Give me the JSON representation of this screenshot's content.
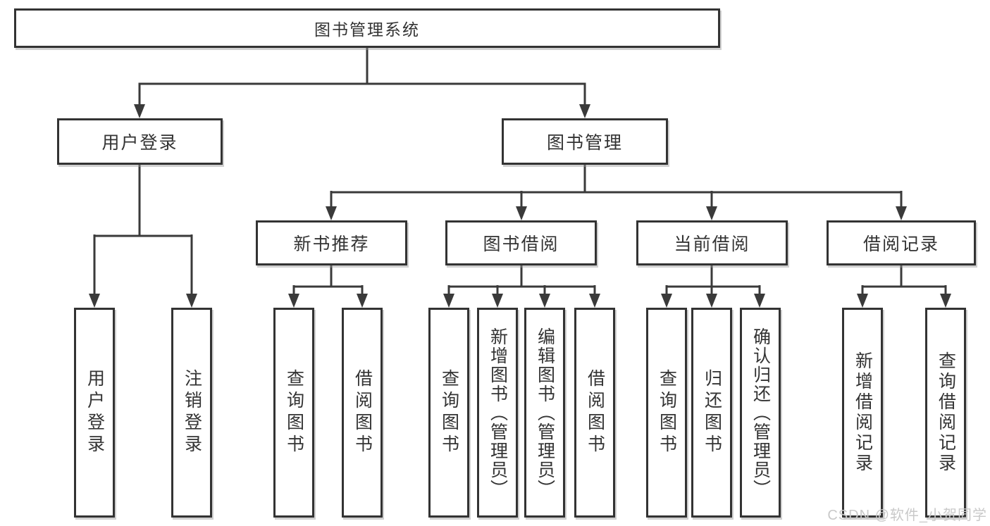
{
  "diagram": {
    "title": "图书管理系统",
    "branches": {
      "user_login": "用户登录",
      "book_mgmt": "图书管理"
    },
    "modules": {
      "new_book_rec": "新书推荐",
      "book_borrow": "图书借阅",
      "current_borrow": "当前借阅",
      "borrow_record": "借阅记录"
    },
    "functions": {
      "user_login": "用户登录",
      "logout": "注销登录",
      "rec_query_books": "查询图书",
      "rec_borrow_books": "借阅图书",
      "bor_query_books": "查询图书",
      "bor_add_books": "新增图书（管理员）",
      "bor_edit_books": "编辑图书（管理员）",
      "bor_borrow_books": "借阅图书",
      "cur_query_books": "查询图书",
      "cur_return_books": "归还图书",
      "cur_confirm_return": "确认归还（管理员）",
      "rec_add_record": "新增借阅记录",
      "rec_query_record": "查询借阅记录"
    }
  },
  "watermark": "CSDN @软件_小贺同学",
  "colors": {
    "line": "#3a3a3a",
    "border": "#333333",
    "text": "#333333",
    "watermark": "#c9c9c9",
    "background": "#ffffff"
  }
}
